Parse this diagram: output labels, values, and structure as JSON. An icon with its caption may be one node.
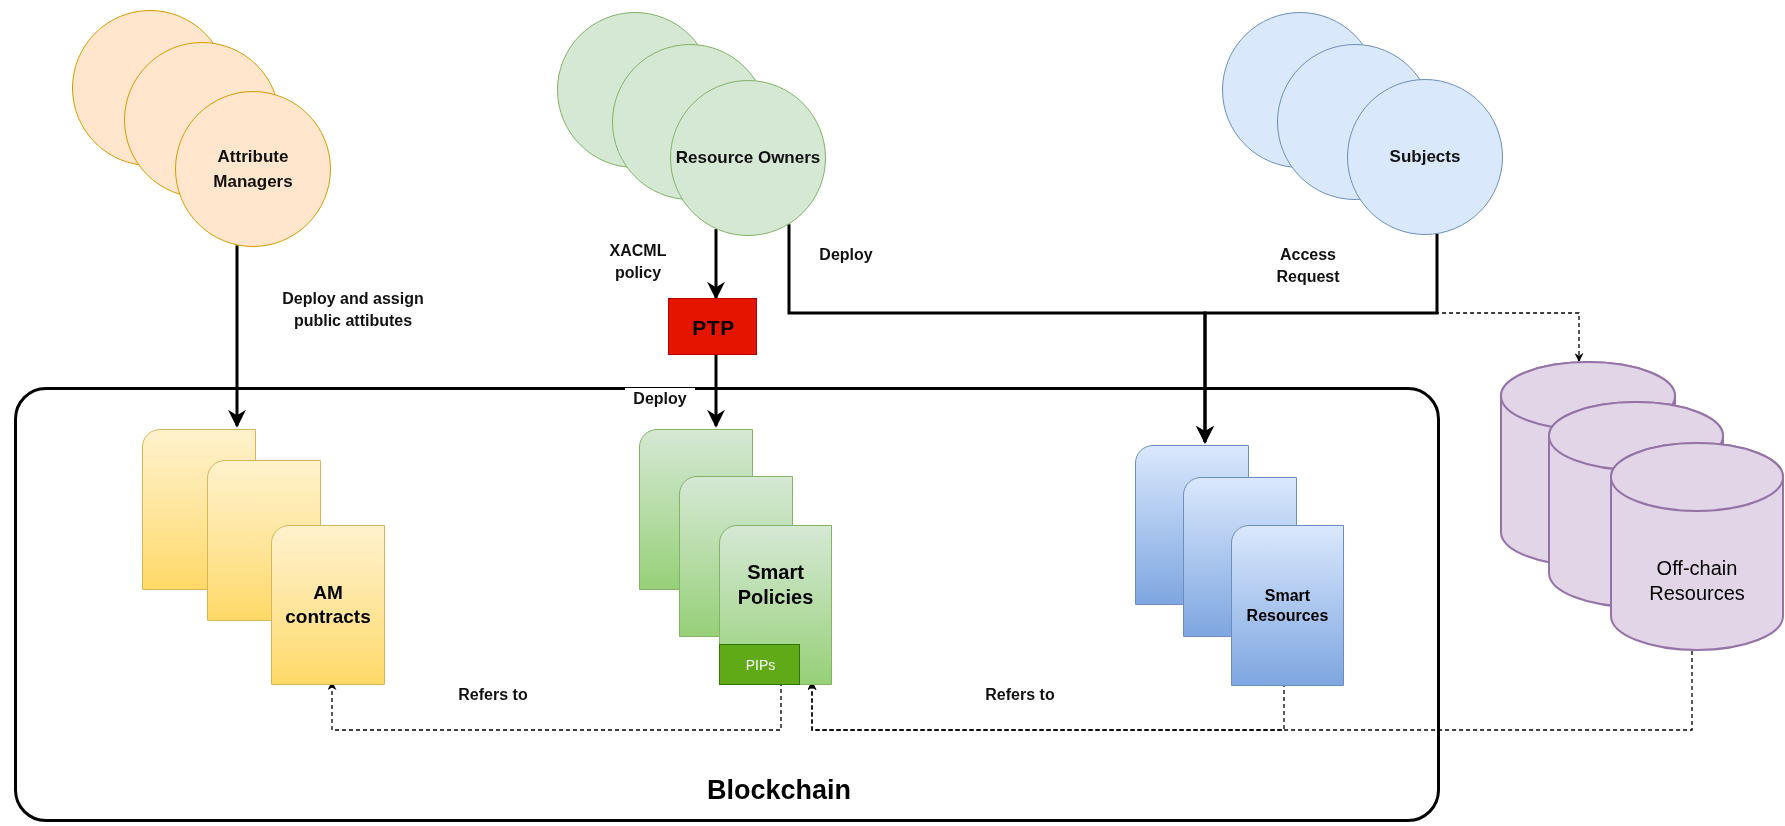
{
  "diagram": {
    "nodes": [
      {
        "text": [
          "Attribute Managers"
        ]
      },
      {
        "text": [
          "Resource Owners"
        ]
      },
      {
        "text": [
          "Subjects"
        ]
      },
      {
        "text": [
          "PTP"
        ]
      },
      {
        "text": [
          "Blockchain"
        ]
      },
      {
        "text": [
          "AM contracts"
        ],
        "in": 4
      },
      {
        "text": [
          "Smart Policies"
        ],
        "in": 4
      },
      {
        "text": [
          "PIPs"
        ],
        "in": 6
      },
      {
        "text": [
          "Smart Resources"
        ],
        "in": 4
      },
      {
        "text": [
          "Off-chain Resources"
        ]
      }
    ],
    "edges": [
      {
        "from": 0,
        "to": 5,
        "arrow": "to",
        "label": "Deploy and assign public attibutes"
      },
      {
        "from": 1,
        "to": 3,
        "arrow": "to",
        "label": "XACML policy"
      },
      {
        "from": 3,
        "to": 6,
        "arrow": "to",
        "label": "Deploy"
      },
      {
        "from": 1,
        "to": 8,
        "arrow": "to",
        "label": "Deploy"
      },
      {
        "from": 2,
        "to": 8,
        "arrow": "to",
        "label": "Access Request"
      },
      {
        "from": 2,
        "to": 9,
        "arrow": "to",
        "style": "dashed"
      },
      {
        "from": 7,
        "to": 5,
        "arrow": "to",
        "style": "dashed",
        "label": "Refers to"
      },
      {
        "from": 8,
        "to": 6,
        "arrow": "to",
        "style": "dashed",
        "label": "Refers to"
      },
      {
        "from": 9,
        "to": 6,
        "arrow": "to",
        "style": "dashed"
      }
    ]
  }
}
